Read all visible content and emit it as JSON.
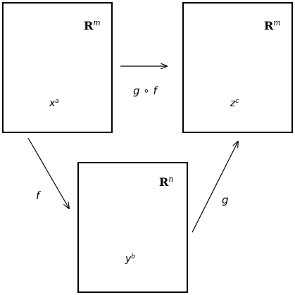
{
  "spaces": {
    "domain": {
      "base": "R",
      "exponent": "m",
      "point_base": "x",
      "point_sup": "a"
    },
    "middle": {
      "base": "R",
      "exponent": "n",
      "point_base": "y",
      "point_sup": "b"
    },
    "codomain": {
      "base": "R",
      "exponent": "m",
      "point_base": "z",
      "point_sup": "c"
    }
  },
  "maps": {
    "f": "f",
    "g": "g",
    "composite": "g ∘ f"
  },
  "colors": {
    "stroke": "#000000",
    "background": "#ffffff"
  }
}
